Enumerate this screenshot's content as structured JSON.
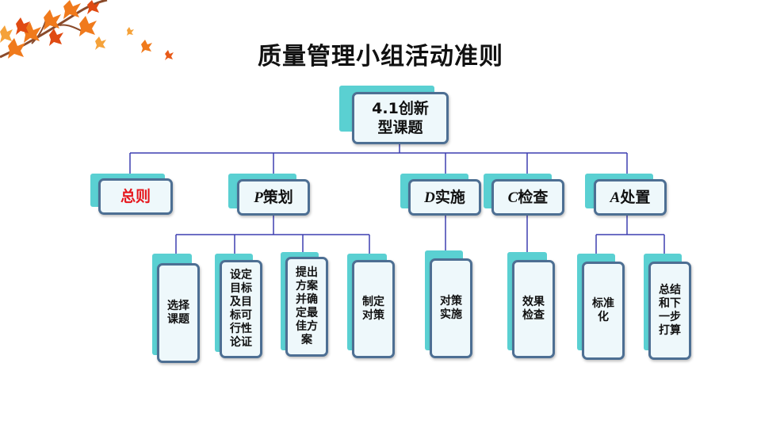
{
  "title": "质量管理小组活动准则",
  "root": {
    "lines": [
      "4.1创新",
      "型课题"
    ]
  },
  "level1": [
    {
      "id": "general",
      "label": "总则",
      "letter": "",
      "color": "#e6181e"
    },
    {
      "id": "plan",
      "letter": "P",
      "label": "策划"
    },
    {
      "id": "do",
      "letter": "D",
      "label": "实施"
    },
    {
      "id": "check",
      "letter": "C",
      "label": "检查"
    },
    {
      "id": "act",
      "letter": "A",
      "label": "处置"
    }
  ],
  "level2": {
    "plan": [
      {
        "lines": [
          "选择",
          "课题"
        ]
      },
      {
        "lines": [
          "设定",
          "目标",
          "及目",
          "标可",
          "行性",
          "论证"
        ]
      },
      {
        "lines": [
          "提出",
          "方案",
          "并确",
          "定最",
          "佳方",
          "案"
        ]
      },
      {
        "lines": [
          "制定",
          "对策"
        ]
      }
    ],
    "do": [
      {
        "lines": [
          "对策",
          "实施"
        ]
      }
    ],
    "check": [
      {
        "lines": [
          "效果",
          "检查"
        ]
      }
    ],
    "act": [
      {
        "lines": [
          "标准",
          "化"
        ]
      },
      {
        "lines": [
          "总结",
          "和下",
          "一步",
          "打算"
        ]
      }
    ]
  },
  "colors": {
    "line": "#3d3fb0",
    "shadow": "#5ad0d2",
    "border": "#4d6f93",
    "fill": "#eef8fb",
    "accent": "#e6181e"
  }
}
